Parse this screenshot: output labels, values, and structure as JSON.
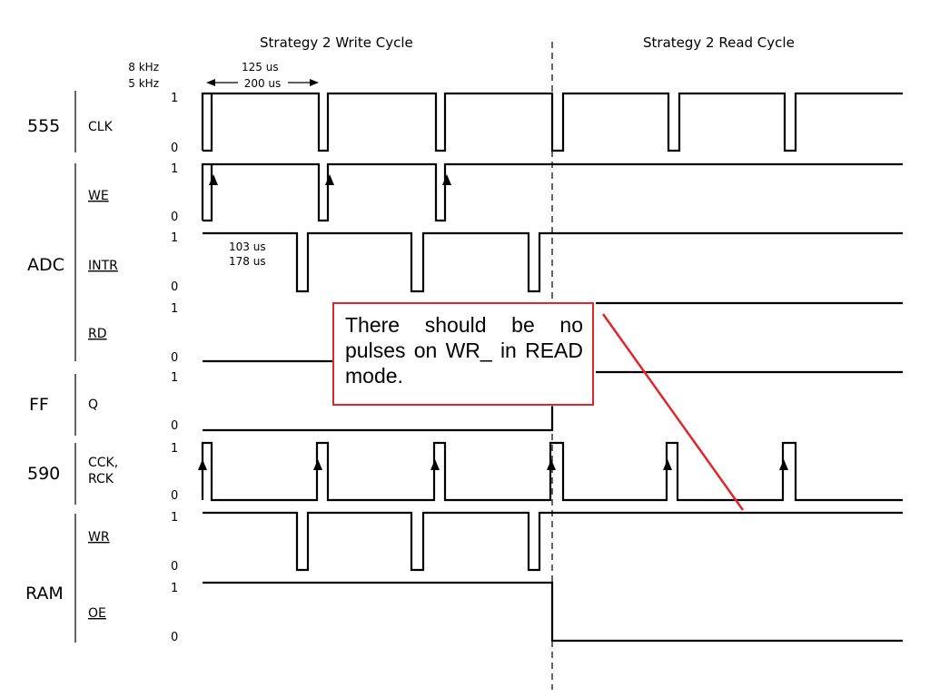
{
  "headers": {
    "write_cycle": "Strategy 2 Write Cycle",
    "read_cycle": "Strategy 2 Read Cycle"
  },
  "timing_annotations": {
    "freq_high": "8 kHz",
    "freq_low": "5 kHz",
    "period_short": "125 us",
    "period_long": "200 us",
    "intr_delay_short": "103 us",
    "intr_delay_long": "178 us"
  },
  "level_labels": {
    "high": "1",
    "low": "0"
  },
  "groups": {
    "g555": "555",
    "adc": "ADC",
    "ff": "FF",
    "g590": "590",
    "ram": "RAM"
  },
  "signals": {
    "clk": "CLK",
    "we": "WE",
    "intr": "INTR",
    "rd": "RD",
    "q": "Q",
    "cck_line1": "CCK,",
    "cck_line2": "RCK",
    "wr": "WR",
    "oe": "OE"
  },
  "callout": {
    "text": "There should be no pulses on WR_ in READ mode.",
    "border_color": "#e0262b"
  }
}
